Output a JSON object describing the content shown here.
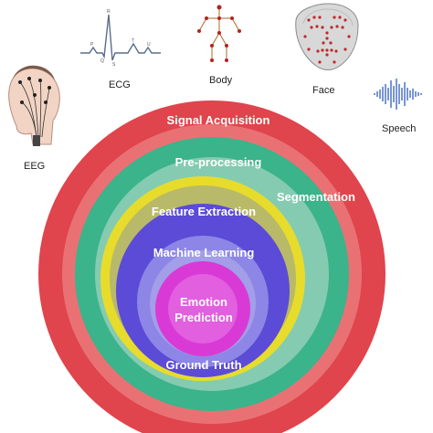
{
  "modalities": {
    "eeg": "EEG",
    "ecg": "ECG",
    "body": "Body",
    "face": "Face",
    "speech": "Speech"
  },
  "layers": {
    "signal_acquisition": "Signal Acquisition",
    "pre_processing": "Pre-processing",
    "segmentation": "Segmentation",
    "feature_extraction": "Feature Extraction",
    "machine_learning": "Machine Learning",
    "emotion_prediction_line1": "Emotion",
    "emotion_prediction_line2": "Prediction",
    "ground_truth": "Ground Truth"
  },
  "ecg_wave_labels": {
    "p": "P",
    "q": "Q",
    "r": "R",
    "s": "S",
    "t": "T",
    "u": "U"
  },
  "colors": {
    "signal_acquisition": "#e0444c",
    "signal_acquisition_inner": "#e97174",
    "pre_processing": "#3bb38b",
    "segmentation": "#7fc8ae",
    "feature_extraction": "#e7dc2c",
    "machine_learning": "#5b4bd6",
    "ground_truth": "#8d86e6",
    "emotion_prediction": "#dd3fd8"
  }
}
